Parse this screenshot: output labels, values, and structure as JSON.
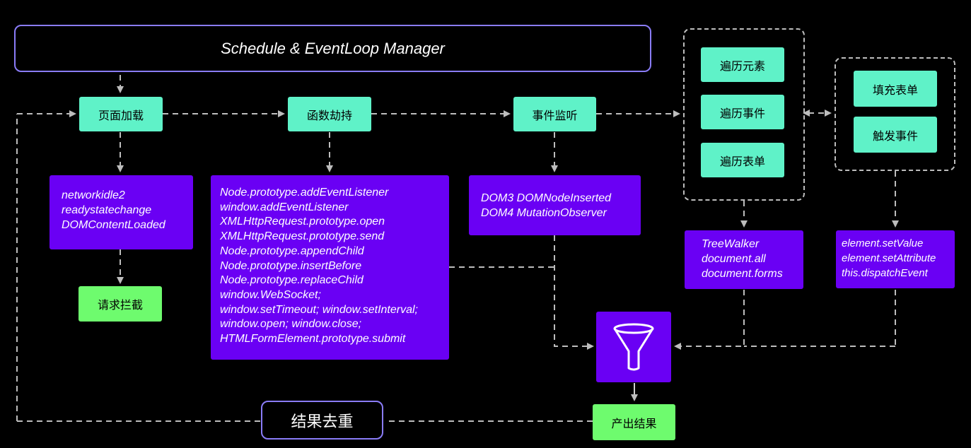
{
  "header": {
    "title": "Schedule & EventLoop Manager"
  },
  "nodes": {
    "page_load": "页面加载",
    "func_hijack": "函数劫持",
    "event_listen": "事件监听",
    "request_intercept": "请求拦截",
    "dedupe": "结果去重",
    "output": "产出结果",
    "traverse_elements": "遍历元素",
    "traverse_events": "遍历事件",
    "traverse_forms": "遍历表单",
    "fill_form": "填充表单",
    "trigger_event": "触发事件"
  },
  "load_events": [
    "networkidle2",
    "readystatechange",
    "DOMContentLoaded"
  ],
  "hijack_apis": [
    "Node.prototype.addEventListener",
    "window.addEventListener",
    "XMLHttpRequest.prototype.open",
    "XMLHttpRequest.prototype.send",
    "Node.prototype.appendChild",
    "Node.prototype.insertBefore",
    "Node.prototype.replaceChild",
    "window.WebSocket;",
    "window.setTimeout; window.setInterval;",
    "window.open; window.close;",
    "HTMLFormElement.prototype.submit"
  ],
  "dom_events": [
    "DOM3 DOMNodeInserted",
    "DOM4 MutationObserver"
  ],
  "traverse_apis": [
    "TreeWalker",
    "document.all",
    "document.forms"
  ],
  "element_apis": [
    "element.setValue",
    "element.setAttribute",
    "this.dispatchEvent"
  ],
  "icons": {
    "filter": "funnel-icon"
  },
  "colors": {
    "teal": "#5ff2c8",
    "green": "#6efb6e",
    "purple": "#6a00f4",
    "border": "#8a7cf8",
    "line": "#bdbdbd"
  }
}
